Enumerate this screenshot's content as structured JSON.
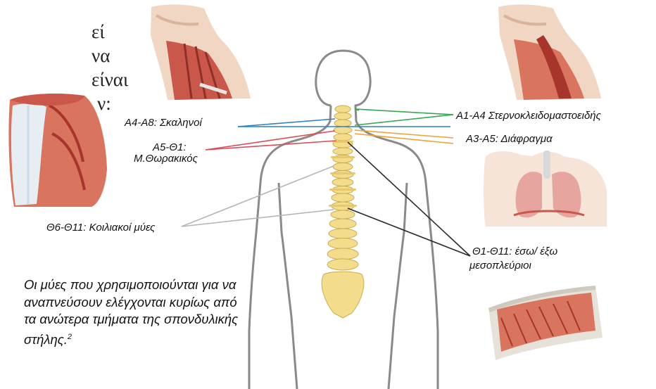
{
  "heading_lines": [
    "εί να είναι",
    "ν:"
  ],
  "labels": {
    "scalenes": "Α4-Α8: Σκαληνοί",
    "thoracic": "Α5-Θ1:",
    "thoracic2": "Μ.Θωρακικός",
    "abdominals": "Θ6-Θ11: Κοιλιακοί μύες",
    "scm": "Α1-Α4 Στερνοκλειδομαστοειδής",
    "diaphragm": "Α3-Α5: Διάφραγμα",
    "intercostals": "Θ1-Θ11: έσω/ έξω",
    "intercostals2": "μεσοπλεύριοι"
  },
  "caption": {
    "text": "Οι μύες που χρησιμοποιούνται για να αναπνεύσουν ελέγχονται κυρίως από τα ανώτερα τμήματα της σπονδυλικής στήλης.",
    "footnote": "2"
  },
  "colors": {
    "green": "#3aa657",
    "blue": "#2f7fc1",
    "orange": "#f2a23a",
    "red": "#d94b56",
    "gray": "#b5b5b5",
    "black": "#2a2a2a",
    "muscle": "#c9584a",
    "bone": "#f3dc8c",
    "skin": "#f1d6c4"
  }
}
